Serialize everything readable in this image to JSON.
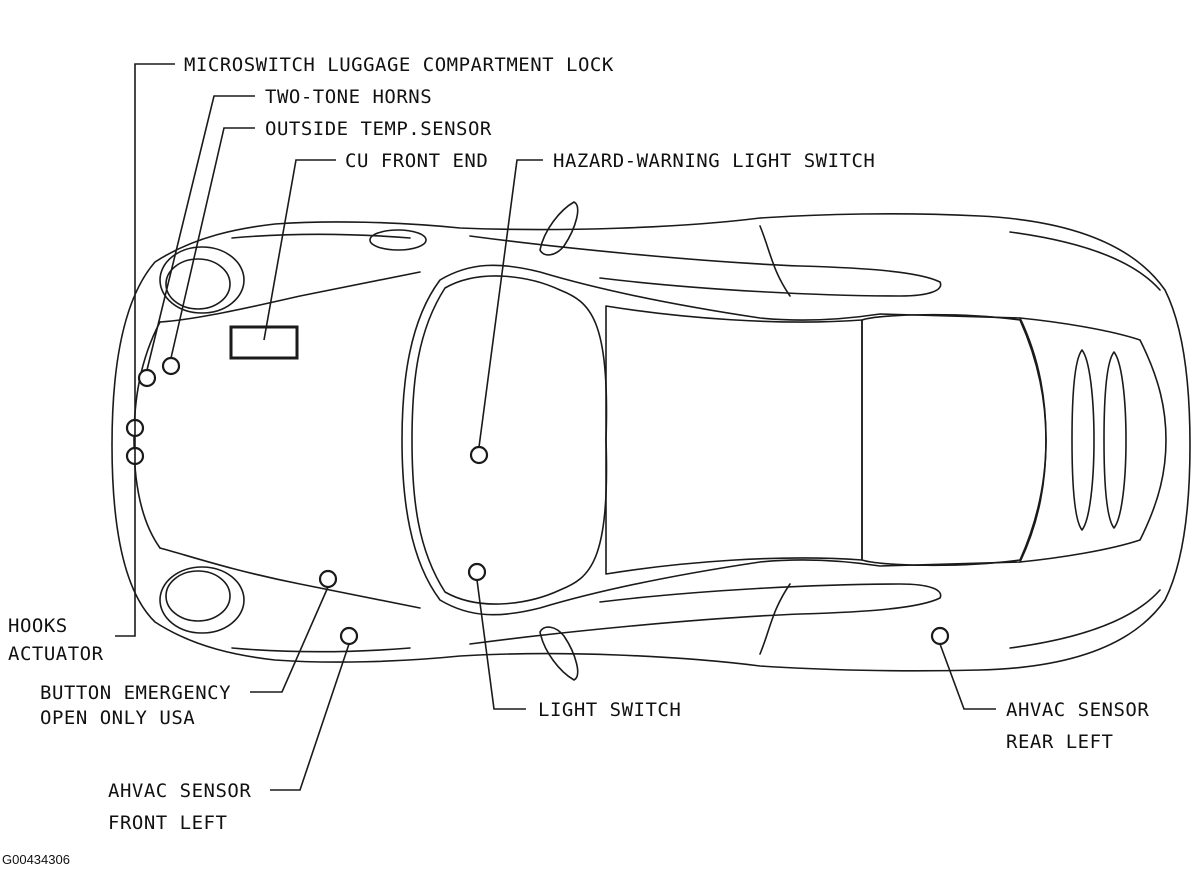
{
  "labels": {
    "microswitch": "MICROSWITCH LUGGAGE COMPARTMENT LOCK",
    "horns": "TWO-TONE HORNS",
    "temp_sensor": "OUTSIDE TEMP.SENSOR",
    "cu_front_end": "CU FRONT END",
    "hazard_switch": "HAZARD-WARNING LIGHT SWITCH",
    "hooks_actuator_line1": "HOOKS",
    "hooks_actuator_line2": "ACTUATOR",
    "button_emergency_line1": "BUTTON EMERGENCY",
    "button_emergency_line2": "OPEN ONLY USA",
    "light_switch": "LIGHT SWITCH",
    "ahvac_rear_line1": "AHVAC SENSOR",
    "ahvac_rear_line2": "REAR LEFT",
    "ahvac_front_line1": "AHVAC SENSOR",
    "ahvac_front_line2": "FRONT LEFT"
  },
  "figure_id": "G00434306"
}
